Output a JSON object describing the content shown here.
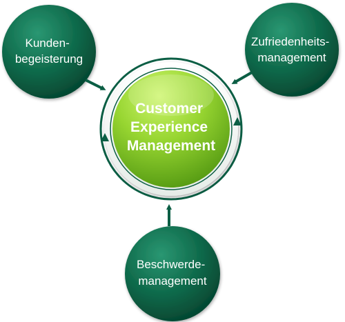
{
  "diagram": {
    "center": {
      "lines": [
        "Customer",
        "Experience",
        "Management"
      ]
    },
    "nodes": {
      "top_left": {
        "lines": [
          "Kunden-",
          "begeisterung"
        ]
      },
      "top_right": {
        "lines": [
          "Zufriedenheits-",
          "management"
        ]
      },
      "bottom": {
        "lines": [
          "Beschwerde-",
          "management"
        ]
      }
    }
  },
  "colors": {
    "outer_node_dark": "#05543b",
    "outer_node_light": "#1f8a66",
    "ring": "#0b5e44",
    "center_light": "#b4ec4e",
    "center_dark": "#5fa815",
    "arrow": "#0b5e44"
  }
}
